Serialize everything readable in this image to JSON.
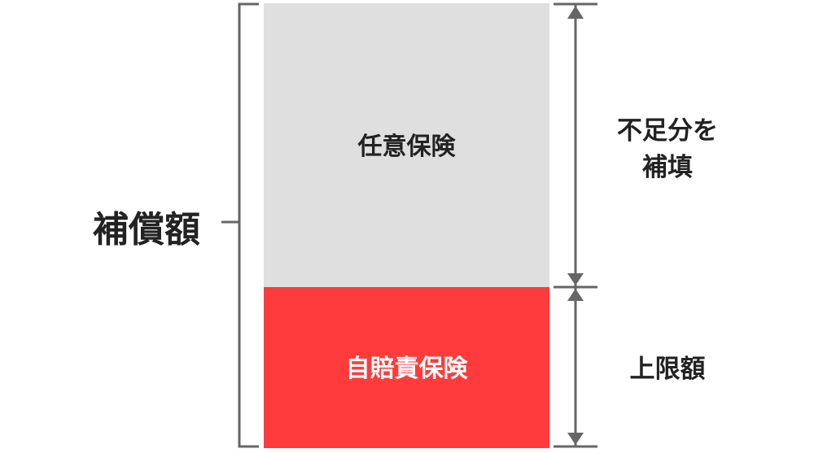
{
  "colors": {
    "optional": "#dfdfdf",
    "compulsory": "#ff3b3b",
    "line": "#666666",
    "text": "#222222"
  },
  "left_label": "補償額",
  "blocks": {
    "optional": "任意保険",
    "compulsory": "自賠責保険"
  },
  "right_labels": {
    "top_line1": "不足分を",
    "top_line2": "補填",
    "bottom": "上限額"
  }
}
